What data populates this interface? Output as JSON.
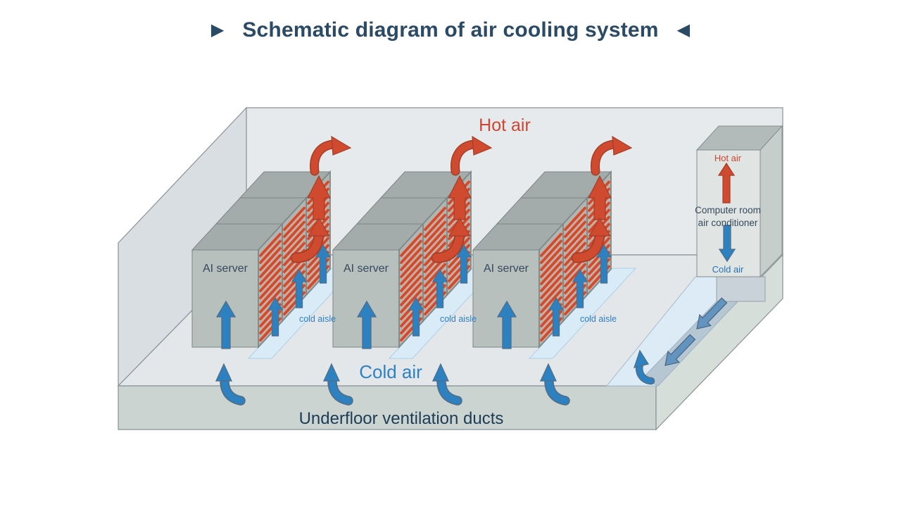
{
  "header": {
    "left_marker": "▶",
    "title": "Schematic diagram of air cooling system",
    "right_marker": "◀"
  },
  "room": {
    "hot_air_label": "Hot air",
    "cold_air_label": "Cold air",
    "underfloor_label": "Underfloor ventilation ducts"
  },
  "crac": {
    "hot_air": "Hot air",
    "name_line1": "Computer room",
    "name_line2": "air conditioner",
    "cold_air": "Cold air"
  },
  "racks": [
    {
      "server_label": "AI server",
      "aisle_label": "cold aisle"
    },
    {
      "server_label": "AI server",
      "aisle_label": "cold aisle"
    },
    {
      "server_label": "AI server",
      "aisle_label": "cold aisle"
    }
  ],
  "colors": {
    "accent_hot": "#cf4a2f",
    "accent_cold": "#2e81c1",
    "hot_text": "#cc4733",
    "cold_text": "#2e82c4",
    "navy_text": "#2b4a66",
    "aisle_fill": "#d8ebf7"
  }
}
